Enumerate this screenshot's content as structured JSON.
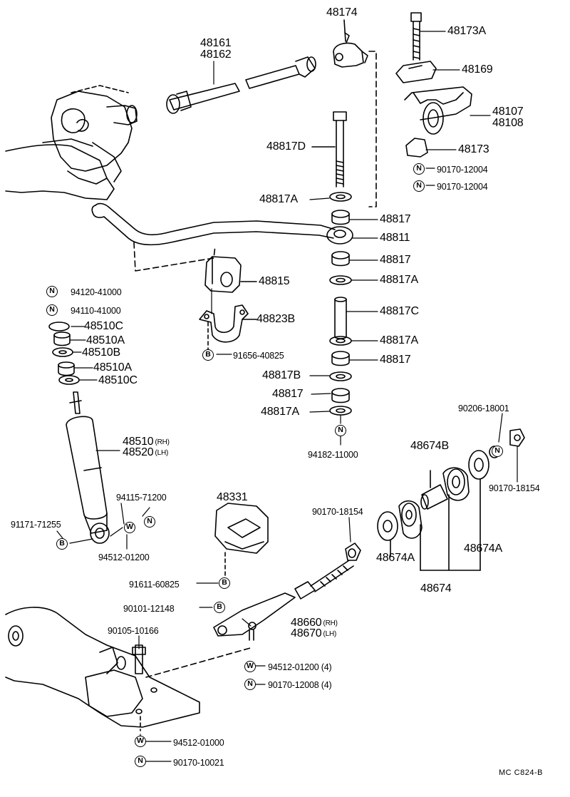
{
  "diagram_code": "MC  C824-B",
  "parts": {
    "p48174": "48174",
    "p48161": "48161",
    "p48162": "48162",
    "p48173A": "48173A",
    "p48169": "48169",
    "p48107": "48107",
    "p48108": "48108",
    "p48817D": "48817D",
    "p48173": "48173",
    "p90170_12004a": "90170-12004",
    "p90170_12004b": "90170-12004",
    "p48817A_1": "48817A",
    "p48817_1": "48817",
    "p48811": "48811",
    "p48817_2": "48817",
    "p48815": "48815",
    "p48817A_2": "48817A",
    "p94120_41000": "94120-41000",
    "p94110_41000": "94110-41000",
    "p48823B": "48823B",
    "p48817C": "48817C",
    "p48510C_1": "48510C",
    "p48510A_1": "48510A",
    "p48817A_3": "48817A",
    "p48510B": "48510B",
    "p91656_40825": "91656-40825",
    "p48817_3": "48817",
    "p48510A_2": "48510A",
    "p48817B": "48817B",
    "p48510C_2": "48510C",
    "p48817_4": "48817",
    "p48817A_4": "48817A",
    "p90206_18001": "90206-18001",
    "p48510": "48510",
    "p48520": "48520",
    "rh_1": "(RH)",
    "lh_1": "(LH)",
    "p48674B": "48674B",
    "p94182_11000": "94182-11000",
    "p90170_18154a": "90170-18154",
    "p94115_71200": "94115-71200",
    "p48331": "48331",
    "p91171_71255": "91171-71255",
    "p90170_18154b": "90170-18154",
    "p94512_01200a": "94512-01200",
    "p48674A_1": "48674A",
    "p48674A_2": "48674A",
    "p48674": "48674",
    "p91611_60825": "91611-60825",
    "p90101_12148": "90101-12148",
    "p48660": "48660",
    "p48670": "48670",
    "rh_2": "(RH)",
    "lh_2": "(LH)",
    "p90105_10166": "90105-10166",
    "p94512_01200b": "94512-01200 (4)",
    "p90170_12008": "90170-12008 (4)",
    "p94512_01000": "94512-01000",
    "p90170_10021": "90170-10021"
  },
  "badges": {
    "N": "N",
    "B": "B",
    "W": "W"
  }
}
